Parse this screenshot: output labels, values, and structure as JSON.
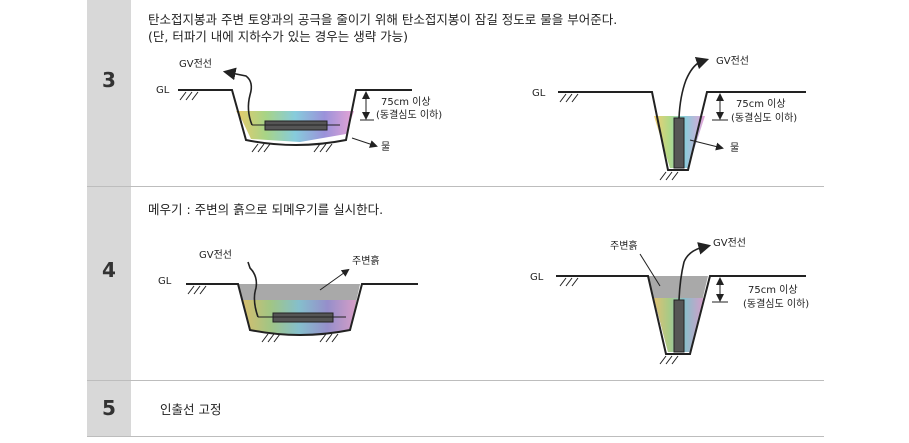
{
  "steps": [
    {
      "number": "3",
      "description_line1": "탄소접지봉과 주변 토양과의 공극을 줄이기 위해 탄소접지봉이 잠길 정도로 물을 부어준다.",
      "description_line2": "(단, 터파기 내에 지하수가 있는 경우는 생략 가능)",
      "left": {
        "gl": "GL",
        "wire": "GV전선",
        "depth1": "75cm 이상",
        "depth2": "(동결심도 이하)",
        "water": "물"
      },
      "right": {
        "gl": "GL",
        "wire": "GV전선",
        "depth1": "75cm 이상",
        "depth2": "(동결심도 이하)",
        "water": "물"
      }
    },
    {
      "number": "4",
      "description_line1": "메우기 : 주변의 흙으로 되메우기를 실시한다.",
      "left": {
        "gl": "GL",
        "wire": "GV전선",
        "soil": "주변흙"
      },
      "right": {
        "gl": "GL",
        "wire": "GV전선",
        "soil": "주변흙",
        "depth1": "75cm 이상",
        "depth2": "(동결심도 이하)"
      }
    },
    {
      "number": "5",
      "description_line1": "인출선 고정"
    }
  ]
}
